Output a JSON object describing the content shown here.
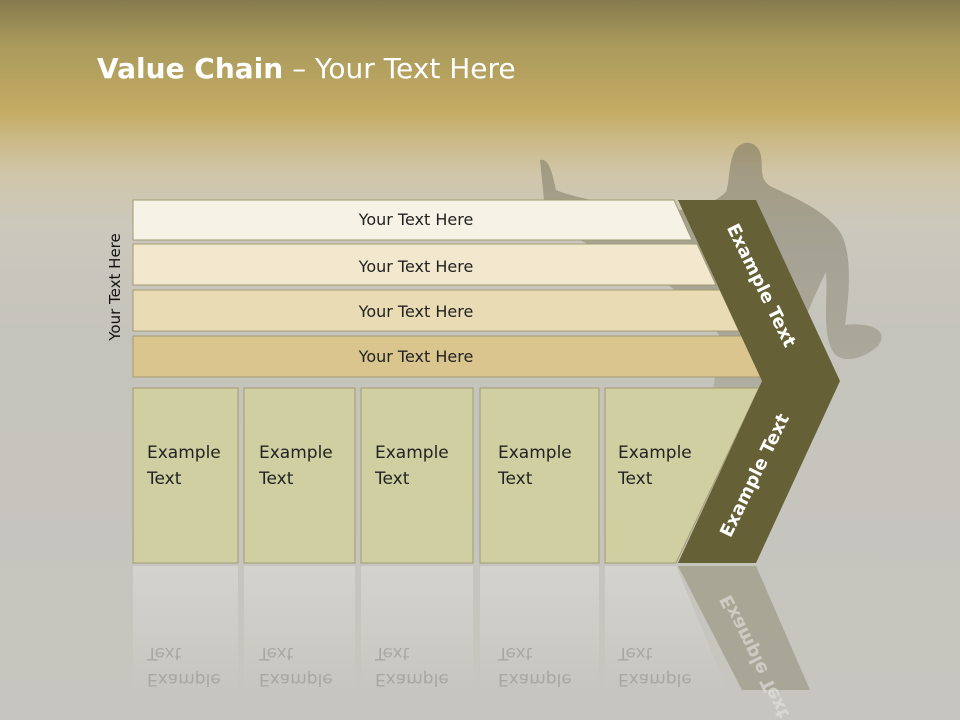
{
  "title": {
    "bold": "Value Chain",
    "rest": " – Your Text Here"
  },
  "side_label": "Your Text Here",
  "support_rows": [
    {
      "label": "Your Text Here",
      "fill": "#f6f2e6"
    },
    {
      "label": "Your Text Here",
      "fill": "#f1e8cd"
    },
    {
      "label": "Your Text Here",
      "fill": "#e9dcb4"
    },
    {
      "label": "Your Text Here",
      "fill": "#d9c58d"
    }
  ],
  "primary_activities": [
    {
      "line1": "Example",
      "line2": "Text"
    },
    {
      "line1": "Example",
      "line2": "Text"
    },
    {
      "line1": "Example",
      "line2": "Text"
    },
    {
      "line1": "Example",
      "line2": "Text"
    },
    {
      "line1": "Example",
      "line2": "Text"
    }
  ],
  "margin_labels": {
    "upper": "Example Text",
    "lower": "Example Text"
  },
  "colors": {
    "box_fill": "#d0cfa2",
    "chevron": "#656036",
    "title": "#ffffff"
  }
}
